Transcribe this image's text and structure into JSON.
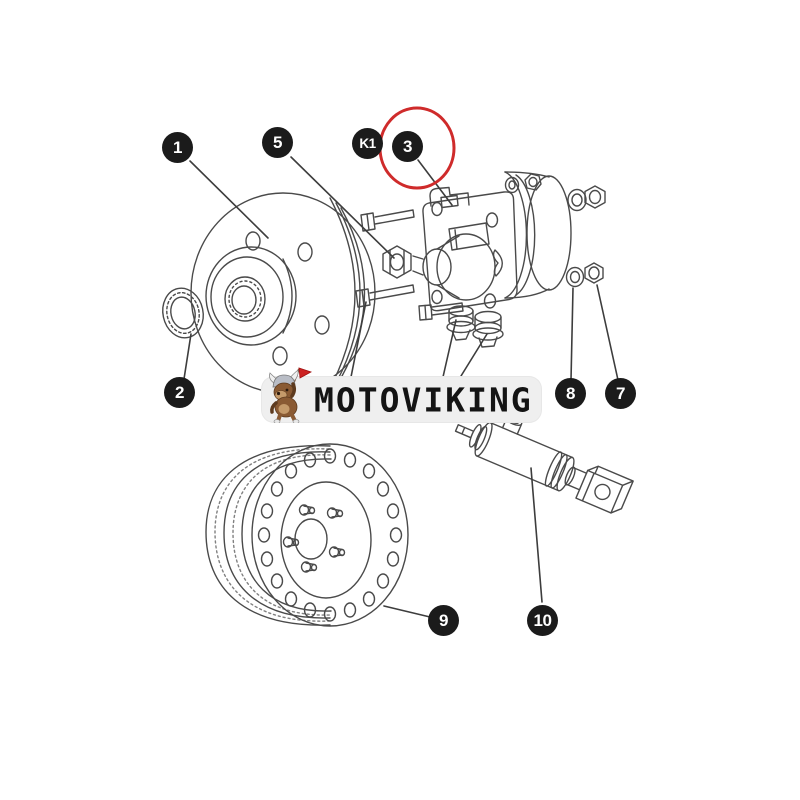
{
  "branding": {
    "logo_text": "MOTOVIKING",
    "mascot_icon": "viking-dog-mascot-icon"
  },
  "colors": {
    "background": "#ffffff",
    "line_art": "#4a4a4a",
    "callout_bg": "#1b1b1b",
    "callout_text": "#ffffff",
    "highlight_ring": "#cf2b2b",
    "logo_bg": "#efefef",
    "logo_text_color": "#141414",
    "mascot_flag_red": "#cc2222"
  },
  "callouts": [
    {
      "label": "1"
    },
    {
      "label": "5"
    },
    {
      "label": "K1"
    },
    {
      "label": "3",
      "highlighted": true
    },
    {
      "label": "2"
    },
    {
      "label": "8"
    },
    {
      "label": "7"
    },
    {
      "label": "9"
    },
    {
      "label": "10"
    }
  ]
}
